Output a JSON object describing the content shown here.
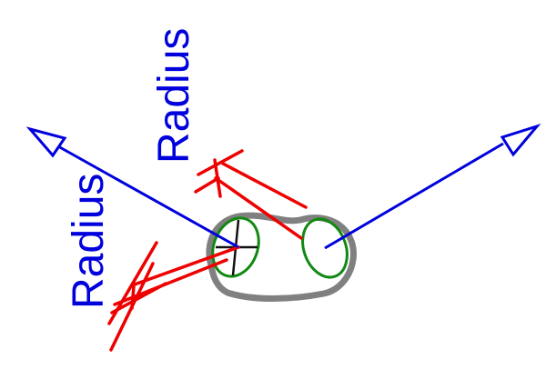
{
  "labels": {
    "upper_radius": "Radius",
    "lower_radius": "Radius"
  },
  "colors": {
    "axis": "#0000dd",
    "dimension": "#ee0000",
    "outline": "#808080",
    "ellipse": "#118811",
    "background": "#ffffff"
  },
  "icons": {
    "arrowheads": "open-triangle-arrow",
    "center_mark": "crosshair-in-ellipse"
  }
}
